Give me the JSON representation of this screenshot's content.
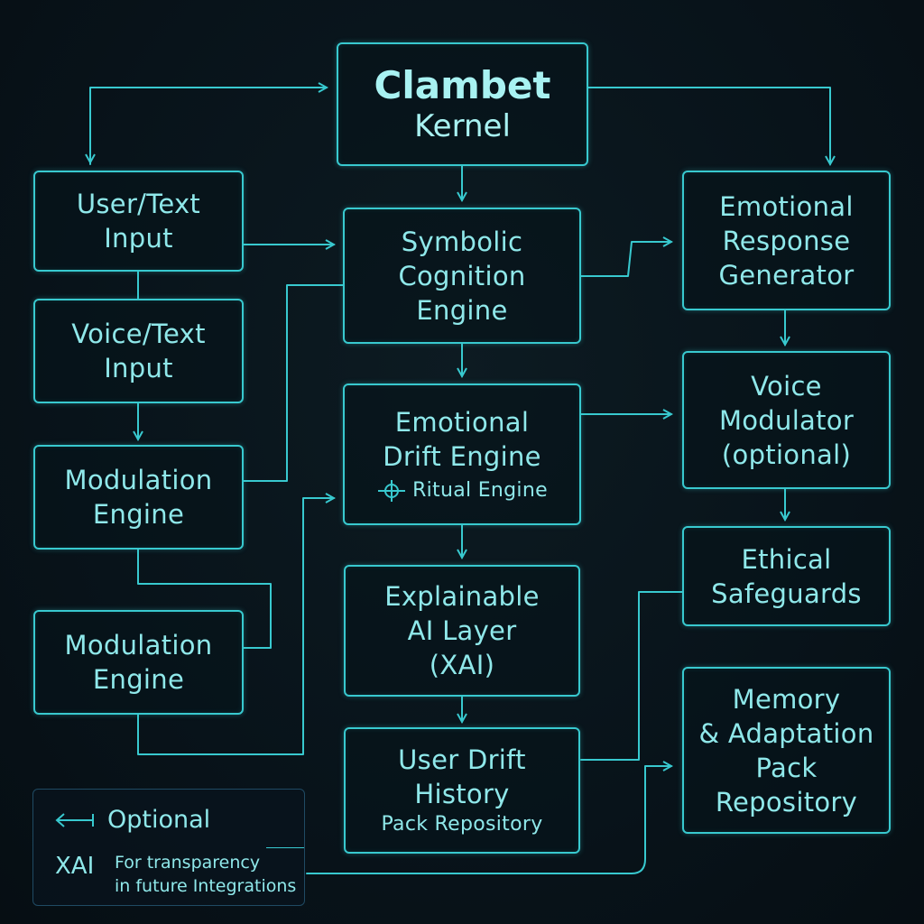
{
  "diagram": {
    "kernel": {
      "title": "Clambet",
      "subtitle": "Kernel"
    },
    "user_text_input": [
      "User/Text",
      "Input"
    ],
    "voice_text_input": [
      "Voice/Text",
      "Input"
    ],
    "modulation_engine_1": [
      "Modulation",
      "Engine"
    ],
    "modulation_engine_2": [
      "Modulation",
      "Engine"
    ],
    "symbolic_cognition": [
      "Symbolic",
      "Cognition",
      "Engine"
    ],
    "emotional_drift": [
      "Emotional",
      "Drift Engine"
    ],
    "ritual_engine": "Ritual Engine",
    "explainable_ai": [
      "Explainable",
      "AI Layer",
      "(XAI)"
    ],
    "user_drift_history": [
      "User Drift",
      "History"
    ],
    "user_drift_sub": "Pack Repository",
    "emotional_response": [
      "Emotional",
      "Response",
      "Generator"
    ],
    "voice_modulator": [
      "Voice",
      "Modulator",
      "(optional)"
    ],
    "ethical_safeguards": [
      "Ethical",
      "Safeguards"
    ],
    "memory_adaptation": [
      "Memory",
      "& Adaptation",
      "Pack",
      "Repository"
    ]
  },
  "legend": {
    "optional_label": "Optional",
    "xai_label": "XAI",
    "xai_desc_line1": "For transparency",
    "xai_desc_line2": "in future Integrations"
  },
  "colors": {
    "background": "#08131a",
    "accent": "#38c9cf",
    "text": "#8fe8ea"
  }
}
